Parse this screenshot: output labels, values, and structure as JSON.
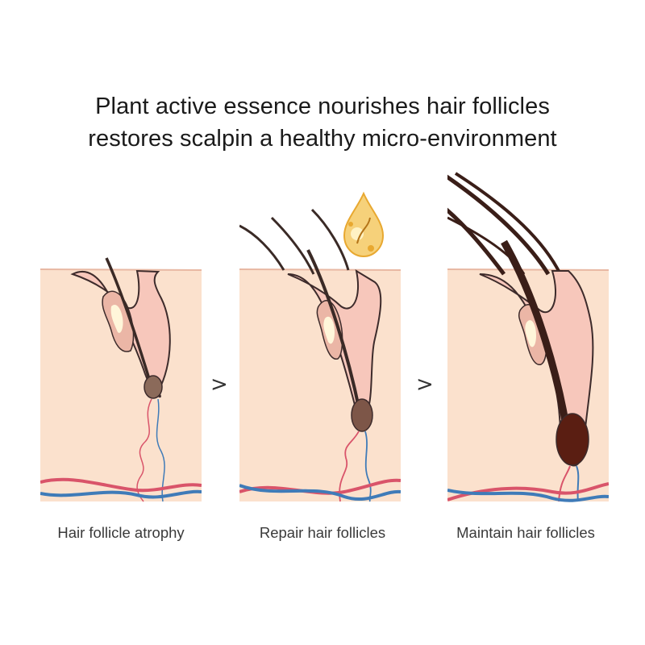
{
  "headline": {
    "line1": "Plant active essence nourishes hair follicles",
    "line2": "restores scalpin a healthy micro-environment"
  },
  "stages": [
    {
      "caption": "Hair follicle atrophy"
    },
    {
      "caption": "Repair hair follicles"
    },
    {
      "caption": "Maintain hair follicles"
    }
  ],
  "separators": [
    ">",
    ">"
  ],
  "colors": {
    "skin": "#fbe1cd",
    "skin_edge": "#eba58b",
    "outline": "#3d2b2b",
    "gland": "#ebb6a6",
    "gland_core": "#fff6da",
    "bulb_atrophy": "#8b6a5a",
    "bulb_repair": "#7d5648",
    "bulb_healthy": "#5a1e12",
    "artery": "#d9546a",
    "vein": "#3f7bb8",
    "essence_drop": "#e8a830"
  }
}
